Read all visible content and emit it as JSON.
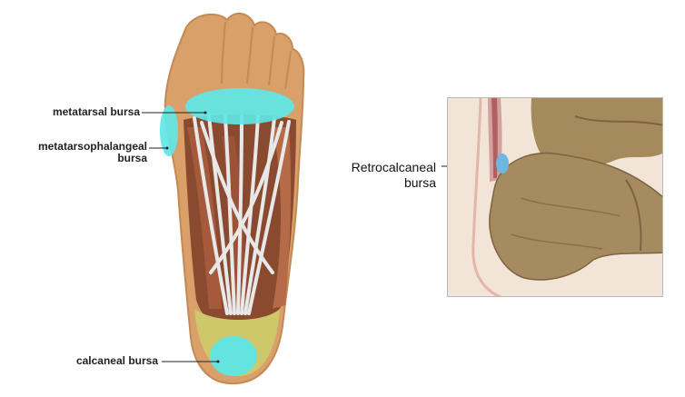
{
  "labels": {
    "metatarsal": "metatarsal bursa",
    "mtp_line1": "metatarsophalangeal",
    "mtp_line2": "bursa",
    "calcaneal": "calcaneal bursa",
    "retro_line1": "Retrocalcaneal",
    "retro_line2": "bursa"
  },
  "colors": {
    "skin": "#d9a06a",
    "skin_edge": "#c48a55",
    "bursa": "#5fe6e6",
    "tendon": "#e8e8e8",
    "muscle": "#a65a3c",
    "heel_fat": "#cfc86a",
    "bone": "#a58a5e",
    "inset_bg": "#f3e4d8"
  }
}
